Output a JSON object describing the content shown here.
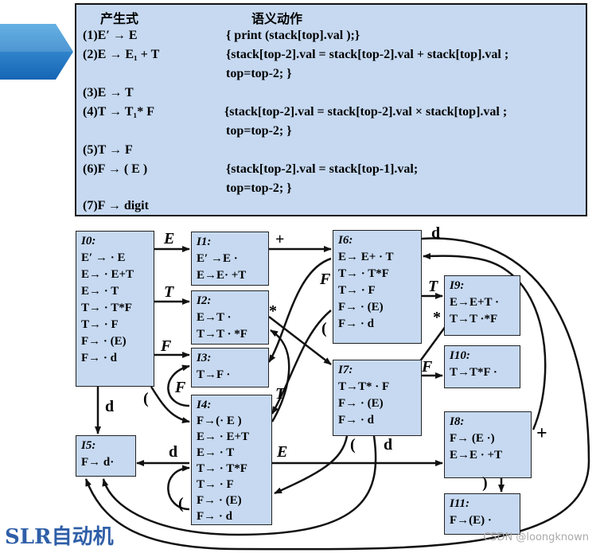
{
  "productions_header": {
    "col1": "产生式",
    "col2": "语义动作"
  },
  "productions": [
    {
      "prod": "(1)E′ → E",
      "action": "{ print (stack[top].val );}",
      "action2": ""
    },
    {
      "prod": "(2)E  → E₁ + T",
      "action": "{stack[top-2].val = stack[top-2].val + stack[top].val ;",
      "action2": "top=top-2; }"
    },
    {
      "prod": "(3)E  → T",
      "action": "",
      "action2": ""
    },
    {
      "prod": "(4)T  → T₁* F",
      "action": "{stack[top-2].val = stack[top-2].val × stack[top].val ;",
      "action2": "top=top-2; }"
    },
    {
      "prod": "(5)T  → F",
      "action": "",
      "action2": ""
    },
    {
      "prod": "(6)F  → ( E )",
      "action": "{stack[top-2].val = stack[top-1].val;",
      "action2": "top=top-2; }"
    },
    {
      "prod": "(7)F  → digit",
      "action": "",
      "action2": ""
    }
  ],
  "states": {
    "I0": {
      "name": "I0:",
      "items": [
        "E′ → · E",
        "E→ · E+T",
        "E→ · T",
        "T→ · T*F",
        "T→ · F",
        "F→ · (E)",
        "F→ · d"
      ]
    },
    "I1": {
      "name": "I1:",
      "items": [
        "E′ →E ·",
        "E→E· +T"
      ]
    },
    "I2": {
      "name": "I2:",
      "items": [
        "E→T ·",
        "T→T · *F"
      ]
    },
    "I3": {
      "name": "I3:",
      "items": [
        "T→F ·"
      ]
    },
    "I4": {
      "name": "I4:",
      "items": [
        "F→(· E )",
        "E→ · E+T",
        "E→ · T",
        "T→ · T*F",
        "T→ · F",
        "F→ · (E)",
        "F→ · d"
      ]
    },
    "I5": {
      "name": "I5:",
      "items": [
        "F→ d·"
      ]
    },
    "I6": {
      "name": "I6:",
      "items": [
        "E→ E+ · T",
        "T→ · T*F",
        "T→ · F",
        "F→ · (E)",
        "F→ · d"
      ]
    },
    "I7": {
      "name": "I7:",
      "items": [
        "T→T* · F",
        "F→ · (E)",
        "F→ · d"
      ]
    },
    "I8": {
      "name": "I8:",
      "items": [
        "F→ (E ·)",
        "E→E · +T"
      ]
    },
    "I9": {
      "name": "I9:",
      "items": [
        "E→E+T ·",
        "T→T ·*F"
      ]
    },
    "I10": {
      "name": "I10:",
      "items": [
        "T→T*F ·"
      ]
    },
    "I11": {
      "name": "I11:",
      "items": [
        "F→(E) ·"
      ]
    }
  },
  "edge_labels": {
    "e01": "E",
    "e02": "T",
    "e03": "F",
    "e05": "d",
    "e04": "(",
    "e16": "+",
    "e27": "*",
    "e69": "T",
    "e97": "*",
    "e710": "F",
    "e6d": "d",
    "e6F": "F",
    "e6p": "(",
    "e4T": "T",
    "e4F": "F",
    "e4d": "d",
    "e4E": "E",
    "e4p": "(",
    "e7p": "(",
    "e7d": "d",
    "e811": ")",
    "e8plus": "+"
  },
  "caption": "SLR自动机",
  "credit": "CSDN @loongknown",
  "colors": {
    "state_fill": "#c6d9f1",
    "accent": "#1f6fc5",
    "caption": "#2f5fa8"
  }
}
